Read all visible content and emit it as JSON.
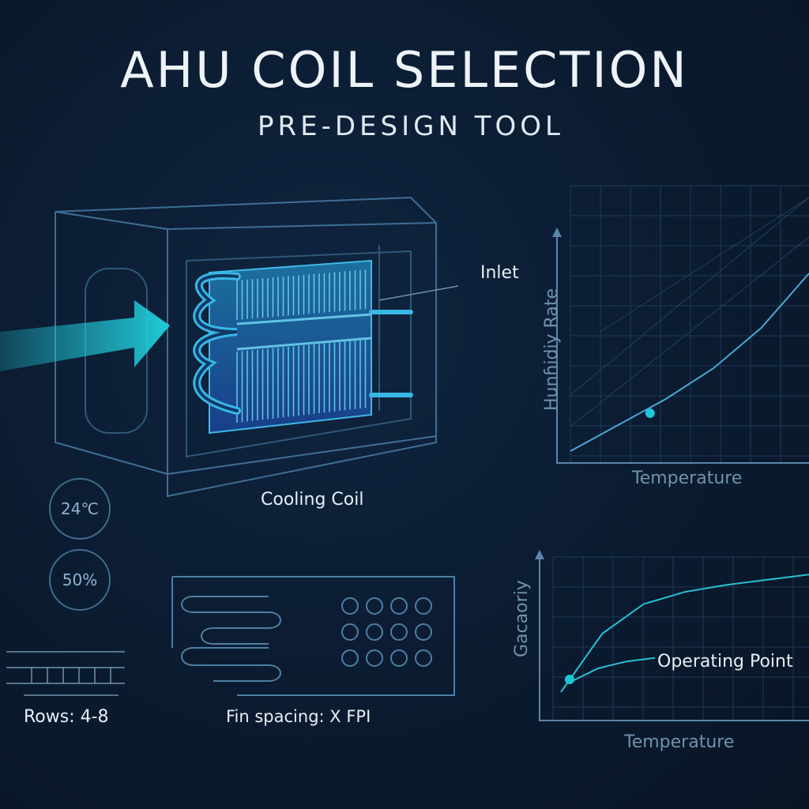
{
  "header": {
    "title": "AHU COIL SELECTION",
    "subtitle": "PRE-DESIGN TOOL"
  },
  "labels": {
    "inlet": "Inlet",
    "cooling_coil": "Cooling Coil",
    "rows": "Rows: 4-8",
    "fin_spacing": "Fin spacing: X FPI"
  },
  "gauges": {
    "temperature": "24℃",
    "humidity": "50%"
  },
  "colors": {
    "accent": "#1fc6d6",
    "line": "#5a86ad",
    "grid": "#1d3a57"
  },
  "chart_data": [
    {
      "type": "line",
      "xlabel": "Temperature",
      "ylabel": "Hunɦidiy Rate",
      "series": [
        {
          "values": [
            0.05,
            0.16,
            0.27,
            0.4,
            0.57,
            0.8
          ]
        }
      ],
      "highlight_index": 2
    },
    {
      "type": "line",
      "xlabel": "Temperature",
      "ylabel": "Gacaoriy",
      "annotation": "Operating Point",
      "series": [
        {
          "values": [
            0.2,
            0.5,
            0.67,
            0.74,
            0.78,
            0.81,
            0.84
          ]
        },
        {
          "values": [
            0.22,
            0.3,
            0.34,
            0.36
          ]
        }
      ]
    }
  ]
}
